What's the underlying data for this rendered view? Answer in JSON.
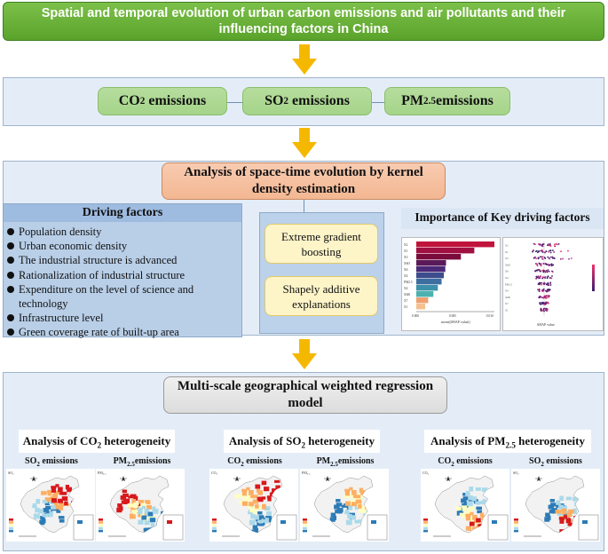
{
  "title": "Spatial and temporal evolution of urban carbon emissions and air pollutants and their influencing factors in China",
  "emissions": {
    "co2": {
      "pre": "CO",
      "sub": "2",
      "post": " emissions"
    },
    "so2": {
      "pre": "SO",
      "sub": "2",
      "post": " emissions"
    },
    "pm25": {
      "pre": "PM",
      "sub": "2.5",
      "post": "emissions"
    }
  },
  "kernel_box": "Analysis of space-time evolution by kernel density estimation",
  "driving_factors": {
    "heading": "Driving factors",
    "items": [
      "Population density",
      "Urban economic density",
      "The industrial structure is advanced",
      "Rationalization of industrial structure",
      "Expenditure on the level of science and technology",
      "Infrastructure level",
      "Green coverage rate of built-up area"
    ]
  },
  "methods": {
    "xgboost": "Extreme gradient boosting",
    "shap": "Shapely additive explanations"
  },
  "importance": {
    "heading": "Importance of Key driving factors",
    "bar_chart": {
      "categories": [
        "X2",
        "X1",
        "X3",
        "X6O",
        "X6",
        "X4",
        "PM2.5",
        "X4",
        "X6B",
        "X7",
        "X1"
      ],
      "values": [
        0.0105,
        0.0078,
        0.006,
        0.004,
        0.0039,
        0.0037,
        0.0034,
        0.0029,
        0.0023,
        0.0016,
        0.0012
      ],
      "x_ticks": [
        "0.000",
        "0.005",
        "0.010"
      ],
      "xlabel": "mean(|SHAP value|)",
      "colors": [
        "#c0143c",
        "#a01040",
        "#7a0c3c",
        "#5a1a5a",
        "#4a2a78",
        "#3d4c8c",
        "#3c6ea0",
        "#3c90aa",
        "#4cb2b0",
        "#f0a070",
        "#f5c090"
      ]
    },
    "beeswarm": {
      "xlabel": "SHAP value"
    }
  },
  "mgwr_box": "Multi-scale geographical weighted regression model",
  "heterogeneity": [
    {
      "label_pre": "Analysis of CO",
      "label_sub": "2",
      "label_post": " heterogeneity",
      "maps": [
        {
          "pre": "SO",
          "sub": "2",
          "post": " emissions",
          "corner": "SO₂"
        },
        {
          "pre": "PM",
          "sub": "2.5",
          "post": "emissions",
          "corner": "PM₂.₅"
        }
      ]
    },
    {
      "label_pre": "Analysis of SO",
      "label_sub": "2",
      "label_post": " heterogeneity",
      "maps": [
        {
          "pre": "CO",
          "sub": "2",
          "post": " emissions",
          "corner": "CO₂"
        },
        {
          "pre": "PM",
          "sub": "2.5",
          "post": "emissions",
          "corner": "PM₂.₅"
        }
      ]
    },
    {
      "label_pre": "Analysis of PM",
      "label_sub": "2.5",
      "label_post": " heterogeneity",
      "maps": [
        {
          "pre": "CO",
          "sub": "2",
          "post": " emissions",
          "corner": "CO₂"
        },
        {
          "pre": "SO",
          "sub": "2",
          "post": " emissions",
          "corner": "SO₂"
        }
      ]
    }
  ],
  "colors": {
    "title_green": "#5aa32a",
    "arrow": "#f5b800",
    "panel_bg": "#e4edf7",
    "map_high": "#d7191c",
    "map_mid": "#fdae61",
    "map_low": "#2c7bb6"
  },
  "icons": {
    "arrow": "down-arrow-icon",
    "north": "north-arrow-icon"
  }
}
